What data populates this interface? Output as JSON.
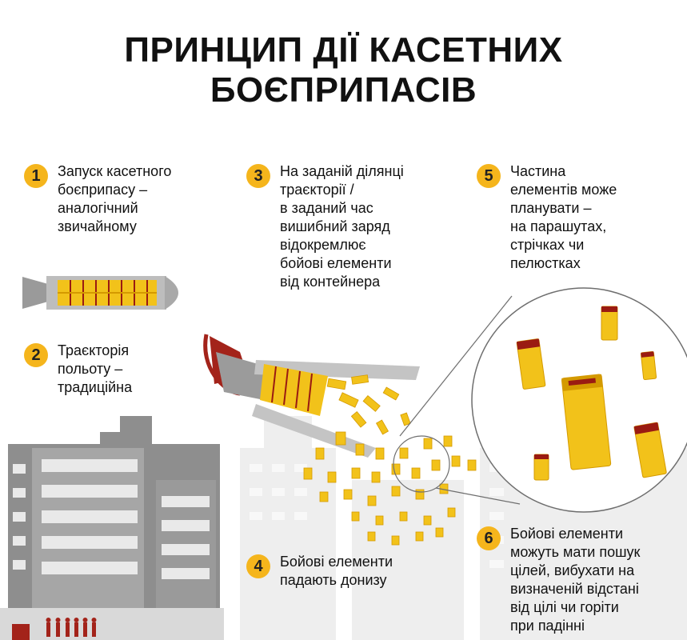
{
  "title": {
    "line1": "ПРИНЦИП ДІЇ КАСЕТНИХ",
    "line2": "БОЄПРИПАСІВ"
  },
  "steps": [
    {
      "num": "1",
      "text": "Запуск касетного\nбоєприпасу –\nаналогічний\nзвичайному"
    },
    {
      "num": "2",
      "text": "Траєкторія\nпольоту –\nтрадиційна"
    },
    {
      "num": "3",
      "text": "На заданій ділянці\nтраєкторії /\nв заданий час\nвишибний заряд\nвідокремлює\nбойові елементи\nвід контейнера"
    },
    {
      "num": "4",
      "text": "Бойові елементи\nпадають донизу"
    },
    {
      "num": "5",
      "text": "Частина\nелементів може\nпланувати –\nна парашутах,\nстрічках чи\nпелюстках"
    },
    {
      "num": "6",
      "text": "Бойові елементи\nможуть мати пошук\nцілей, вибухати на\nвизначеній відстані\nвід цілі чи горіти\nпри падінні"
    }
  ],
  "colors": {
    "accent": "#f5b51c",
    "submunition": "#f2c21a",
    "submunition_dark": "#d49a00",
    "band": "#9a1b12",
    "building": "#8a8a8a",
    "building_light": "#e6e6e6",
    "ribbon": "#a3231a"
  }
}
